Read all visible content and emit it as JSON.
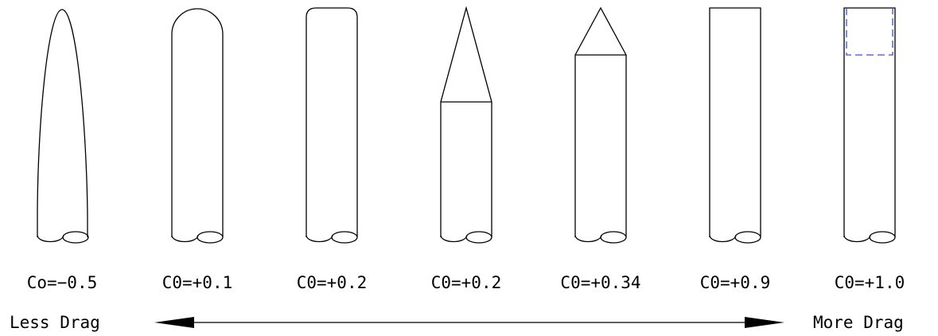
{
  "shapes": [
    {
      "name": "ogive-nose",
      "coefficient": "Co=−0.5"
    },
    {
      "name": "hemispherical-nose",
      "coefficient": "C0=+0.1"
    },
    {
      "name": "rounded-edge-flat-nose",
      "coefficient": "C0=+0.2"
    },
    {
      "name": "long-cone-nose",
      "coefficient": "C0=+0.2"
    },
    {
      "name": "short-cone-nose",
      "coefficient": "C0=+0.34"
    },
    {
      "name": "flat-nose",
      "coefficient": "C0=+0.9"
    },
    {
      "name": "flat-nose-with-recess",
      "coefficient": "C0=+1.0"
    }
  ],
  "scale": {
    "left_label": "Less Drag",
    "right_label": "More Drag"
  },
  "colors": {
    "line": "#000000",
    "dashed_highlight": "#3a4fd6"
  }
}
